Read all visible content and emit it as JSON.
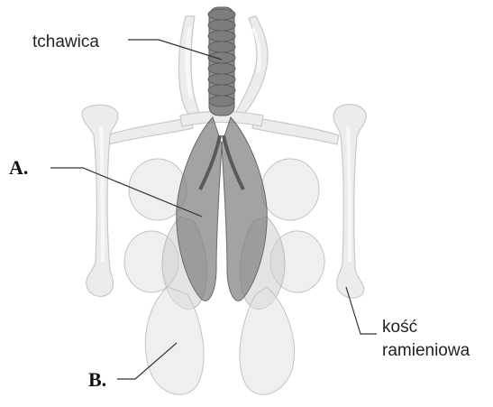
{
  "labels": {
    "trachea": "tchawica",
    "a": "A.",
    "b": "B.",
    "humerus_line1": "kość",
    "humerus_line2": "ramieniowa"
  }
}
